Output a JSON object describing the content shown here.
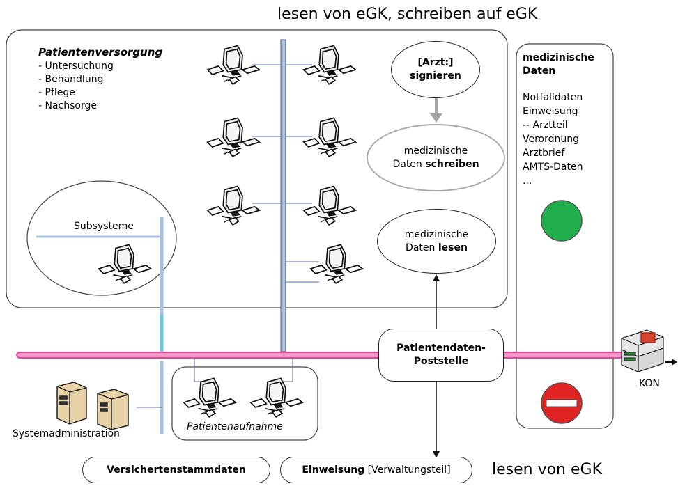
{
  "titles": {
    "top": "lesen von eGK, schreiben auf eGK",
    "bottom_right": "lesen von eGK"
  },
  "patientenversorgung": {
    "heading": "Patientenversorgung",
    "items": [
      "- Untersuchung",
      "- Behandlung",
      "- Pflege",
      "- Nachsorge"
    ]
  },
  "subsystems": {
    "label": "Subsysteme"
  },
  "oval_sign": {
    "line1": "[Arzt:]",
    "line2": "signieren"
  },
  "oval_write": {
    "line1": "medizinische",
    "line2_prefix": "Daten ",
    "line2_bold": "schreiben"
  },
  "oval_read": {
    "line1": "medizinische",
    "line2_prefix": "Daten ",
    "line2_bold": "lesen"
  },
  "poststelle": {
    "line1": "Patientendaten-",
    "line2": "Poststelle"
  },
  "medical_panel": {
    "heading_line1": "medizinische",
    "heading_line2": "Daten",
    "items": [
      "Notfalldaten",
      "Einweisung",
      "-- Arztteil",
      "Verordnung",
      "Arztbrief",
      "AMTS-Daten",
      "..."
    ]
  },
  "admission": {
    "label": "Patientenaufnahme"
  },
  "sysadmin": {
    "label": "Systemadministration"
  },
  "kon": {
    "label": "KON"
  },
  "bottom_boxes": {
    "versicherten": "Versichertenstammdaten",
    "einweisung_bold": "Einweisung",
    "einweisung_rest": " [Verwaltungsteil]"
  },
  "colors": {
    "network_bus": "#e8439a",
    "vertical_bus": "#a9c2dc",
    "status_green": "#1fae4b",
    "status_red": "#e02424",
    "arrow_gray": "#a6a6a6"
  },
  "icons": {
    "workstation": "computer-workstation-icon",
    "server": "server-icon",
    "connector": "konnektor-device-icon",
    "green_light": "green-status-light-icon",
    "no_entry": "no-entry-sign-icon"
  }
}
